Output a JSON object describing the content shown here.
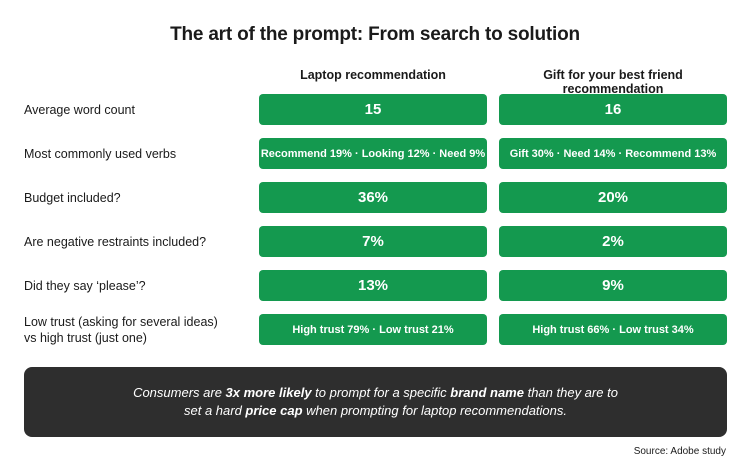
{
  "title": "The art of the prompt: From search to solution",
  "colors": {
    "cell": "#14994f",
    "banner": "#2e2e2e"
  },
  "chart_data": {
    "type": "table",
    "columns": [
      "Laptop recommendation",
      "Gift for your best friend recommendation"
    ],
    "rows": [
      {
        "label_lines": [
          "Average word count"
        ],
        "values": [
          "15",
          "16"
        ],
        "size": "big"
      },
      {
        "label_lines": [
          "Most commonly used verbs"
        ],
        "values": [
          "Recommend 19% · Looking 12% · Need 9%",
          "Gift 30% · Need 14% · Recommend 13%"
        ],
        "size": "small"
      },
      {
        "label_lines": [
          "Budget included?"
        ],
        "values": [
          "36%",
          "20%"
        ],
        "size": "big"
      },
      {
        "label_lines": [
          "Are negative restraints included?"
        ],
        "values": [
          "7%",
          "2%"
        ],
        "size": "big"
      },
      {
        "label_lines": [
          "Did they say ‘please’?"
        ],
        "values": [
          "13%",
          "9%"
        ],
        "size": "big"
      },
      {
        "label_lines": [
          "Low trust (asking for several ideas)",
          "vs high trust (just one)"
        ],
        "values": [
          "High trust 79% · Low trust 21%",
          "High trust 66% · Low trust 34%"
        ],
        "size": "small"
      }
    ]
  },
  "callout": {
    "line1_pre": "Consumers are ",
    "line1_b1": "3x more likely",
    "line1_mid": " to prompt for a specific ",
    "line1_b2": "brand name",
    "line1_post": " than they are to",
    "line2_pre": "set a hard ",
    "line2_b": "price cap",
    "line2_post": " when prompting for laptop recommendations."
  },
  "source": "Source: Adobe study"
}
